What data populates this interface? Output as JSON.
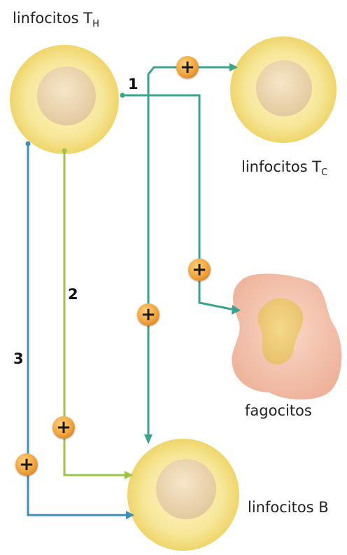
{
  "cells": {
    "th": {
      "name": "linfocitos T",
      "sub": "H"
    },
    "tc": {
      "name": "linfocitos T",
      "sub": "C"
    },
    "phagocytes": {
      "name": "fagocitos"
    },
    "b": {
      "name": "linfocitos B"
    }
  },
  "pathways": {
    "p1": {
      "label": "1",
      "color": "#3aa38c"
    },
    "p2": {
      "label": "2",
      "color": "#9cc447"
    },
    "p3": {
      "label": "3",
      "color": "#3d8fb5"
    }
  },
  "marker": {
    "symbol": "+"
  },
  "icons": {
    "stimulation": "plus-circle-icon",
    "arrow": "arrow-head-icon"
  }
}
